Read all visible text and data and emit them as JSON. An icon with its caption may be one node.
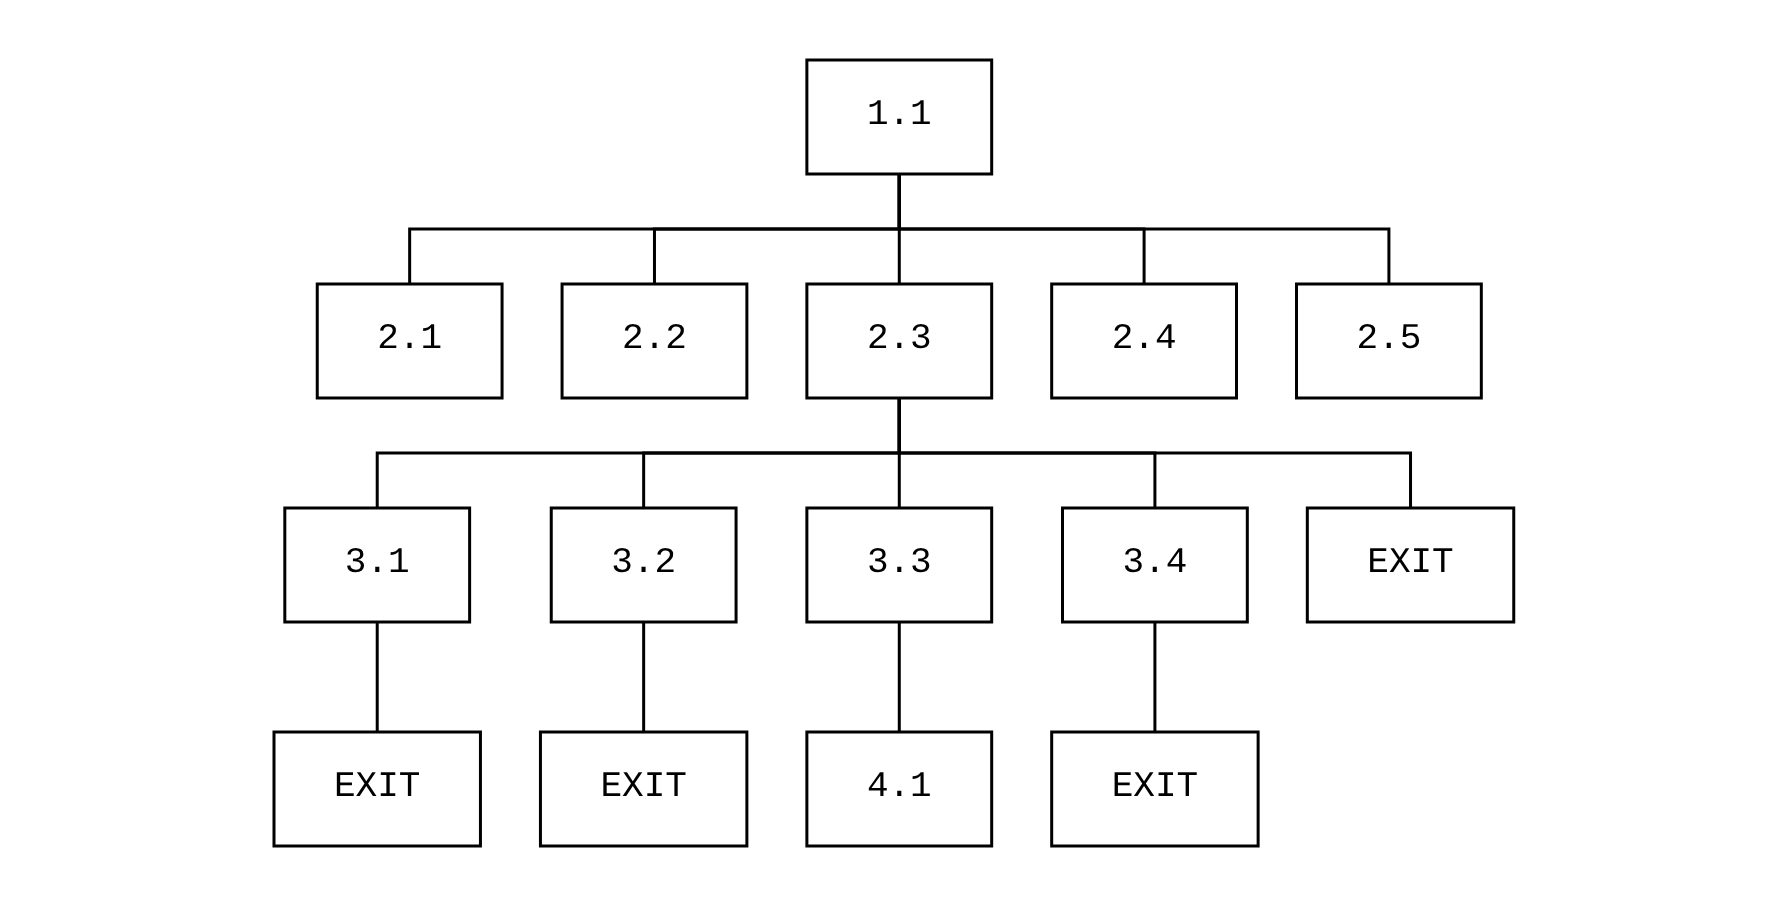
{
  "diagram": {
    "nodes": [
      {
        "text": [
          "1.1"
        ]
      },
      {
        "text": [
          "2.1"
        ]
      },
      {
        "text": [
          "2.2"
        ]
      },
      {
        "text": [
          "2.3"
        ]
      },
      {
        "text": [
          "2.4"
        ]
      },
      {
        "text": [
          "2.5"
        ]
      },
      {
        "text": [
          "3.1"
        ]
      },
      {
        "text": [
          "3.2"
        ]
      },
      {
        "text": [
          "3.3"
        ]
      },
      {
        "text": [
          "3.4"
        ]
      },
      {
        "text": [
          "EXIT"
        ]
      },
      {
        "text": [
          "EXIT"
        ]
      },
      {
        "text": [
          "EXIT"
        ]
      },
      {
        "text": [
          "4.1"
        ]
      },
      {
        "text": [
          "EXIT"
        ]
      }
    ],
    "edges": [
      {
        "from": 0,
        "to": 1,
        "arrow": "none"
      },
      {
        "from": 0,
        "to": 2,
        "arrow": "none"
      },
      {
        "from": 0,
        "to": 3,
        "arrow": "none"
      },
      {
        "from": 0,
        "to": 4,
        "arrow": "none"
      },
      {
        "from": 0,
        "to": 5,
        "arrow": "none"
      },
      {
        "from": 3,
        "to": 6,
        "arrow": "none"
      },
      {
        "from": 3,
        "to": 7,
        "arrow": "none"
      },
      {
        "from": 3,
        "to": 8,
        "arrow": "none"
      },
      {
        "from": 3,
        "to": 9,
        "arrow": "none"
      },
      {
        "from": 3,
        "to": 10,
        "arrow": "none"
      },
      {
        "from": 6,
        "to": 11,
        "arrow": "none"
      },
      {
        "from": 7,
        "to": 12,
        "arrow": "none"
      },
      {
        "from": 8,
        "to": 13,
        "arrow": "none"
      },
      {
        "from": 9,
        "to": 14,
        "arrow": "none"
      }
    ]
  }
}
